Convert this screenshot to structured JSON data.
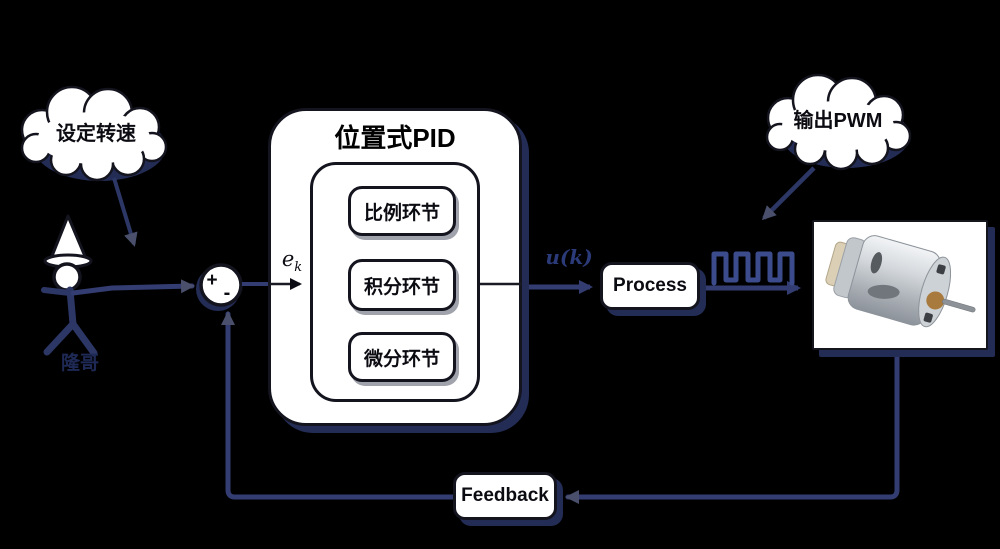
{
  "diagram": {
    "clouds": {
      "setpoint": "设定转速",
      "output_pwm": "输出PWM"
    },
    "person_label": "隆哥",
    "sum": {
      "plus": "+",
      "minus": "-"
    },
    "signals": {
      "error_base": "e",
      "error_sub": "k",
      "control": "u(k)"
    },
    "pid": {
      "title": "位置式PID",
      "blocks": [
        {
          "label": "比例环节"
        },
        {
          "label": "积分环节"
        },
        {
          "label": "微分环节"
        }
      ]
    },
    "process_label": "Process",
    "feedback_label": "Feedback",
    "icons": {
      "setpoint_cloud": "thought-cloud",
      "output_pwm_cloud": "thought-cloud",
      "person": "stick-figure-with-cone-hat",
      "summing_junction": "circle-plus-minus",
      "pwm_signal": "square-wave",
      "plant": "dc-motor-photo"
    }
  },
  "colors": {
    "background": "#000000",
    "line_navy": "#333d72",
    "pwm_navy": "#3c4b8c",
    "shadow_navy": "#232c55",
    "box_fill": "#ffffff",
    "outline": "#14141f",
    "control_label": "#2b3a78"
  }
}
